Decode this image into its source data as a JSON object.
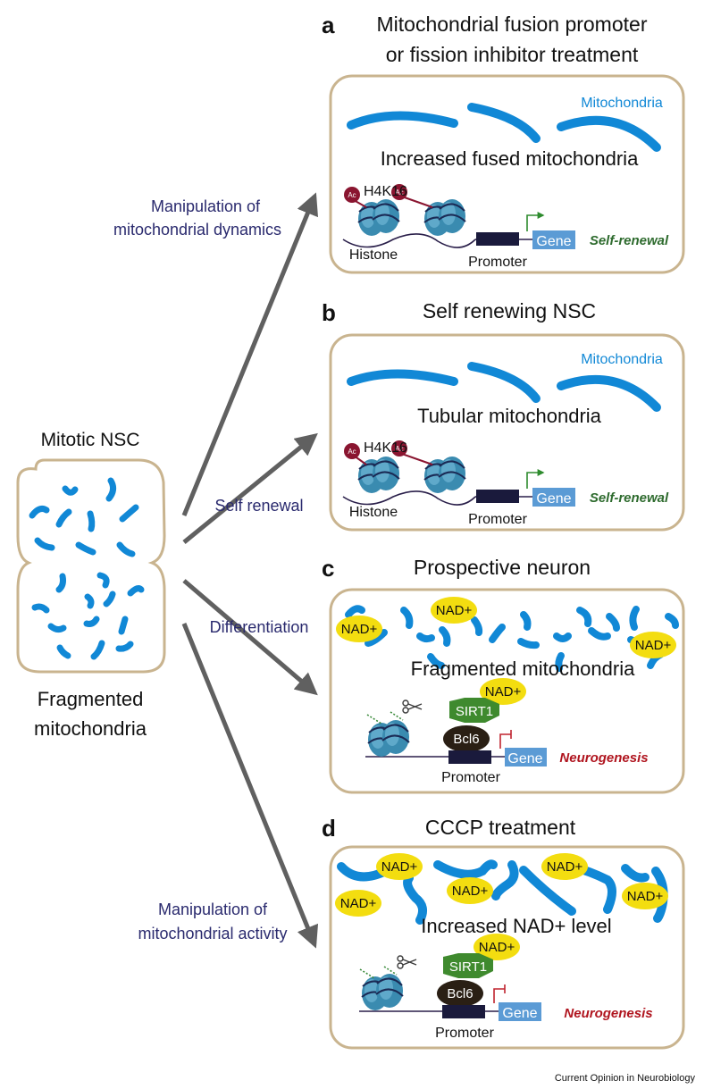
{
  "colors": {
    "mito": "#1188d6",
    "panel_border": "#c9b48f",
    "arrow": "#606060",
    "dark_label": "#2a2a6e",
    "green_label": "#2e6b2e",
    "red_label": "#b0151f",
    "nad": "#f3dd10",
    "sirt1": "#3f8a2e",
    "bcl6": "#2a1f14",
    "gene_box": "#5b9bd5",
    "promoter_box": "#1a1a3c",
    "histone": "#3a8bb0",
    "ac": "#8a1530"
  },
  "left": {
    "title": "Mitotic NSC",
    "caption_line1": "Fragmented",
    "caption_line2": "mitochondria"
  },
  "arrows": {
    "a_line1": "Manipulation of",
    "a_line2": "mitochondrial dynamics",
    "b": "Self renewal",
    "c": "Differentiation",
    "d_line1": "Manipulation of",
    "d_line2": "mitochondrial activity"
  },
  "panels": {
    "a": {
      "letter": "a",
      "title_line1": "Mitochondrial fusion promoter",
      "title_line2": "or fission inhibitor treatment",
      "mito_label": "Mitochondria",
      "state": "Increased fused mitochondria",
      "mark": "H4K16",
      "ac": "Ac",
      "histone": "Histone",
      "promoter": "Promoter",
      "gene": "Gene",
      "outcome": "Self-renewal"
    },
    "b": {
      "letter": "b",
      "title": "Self renewing NSC",
      "mito_label": "Mitochondria",
      "state": "Tubular mitochondria",
      "mark": "H4K16",
      "ac": "Ac",
      "histone": "Histone",
      "promoter": "Promoter",
      "gene": "Gene",
      "outcome": "Self-renewal"
    },
    "c": {
      "letter": "c",
      "title": "Prospective neuron",
      "state": "Fragmented mitochondria",
      "nad": "NAD+",
      "sirt1": "SIRT1",
      "bcl6": "Bcl6",
      "promoter": "Promoter",
      "gene": "Gene",
      "outcome": "Neurogenesis"
    },
    "d": {
      "letter": "d",
      "title": "CCCP treatment",
      "state": "Increased NAD+ level",
      "nad": "NAD+",
      "sirt1": "SIRT1",
      "bcl6": "Bcl6",
      "promoter": "Promoter",
      "gene": "Gene",
      "outcome": "Neurogenesis"
    }
  },
  "credit": "Current Opinion in Neurobiology"
}
